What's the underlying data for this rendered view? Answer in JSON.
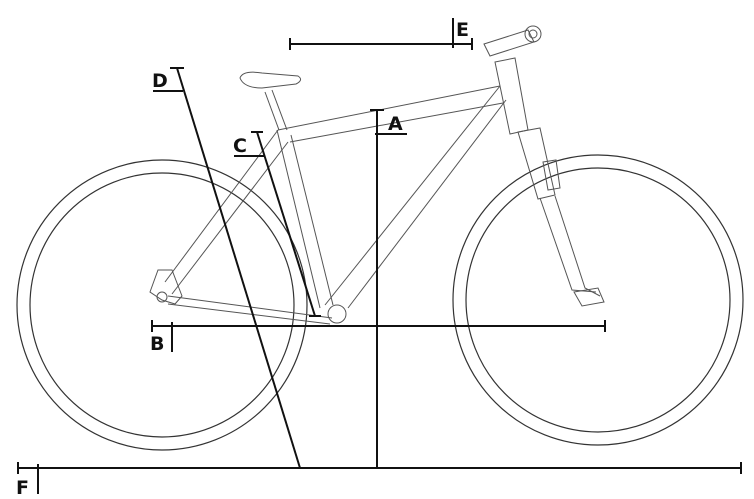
{
  "labels": {
    "a": "A",
    "b": "B",
    "c": "C",
    "d": "D",
    "e": "E",
    "f": "F"
  },
  "colors": {
    "line": "#111111",
    "frame": "#555555",
    "background": "#ffffff"
  }
}
